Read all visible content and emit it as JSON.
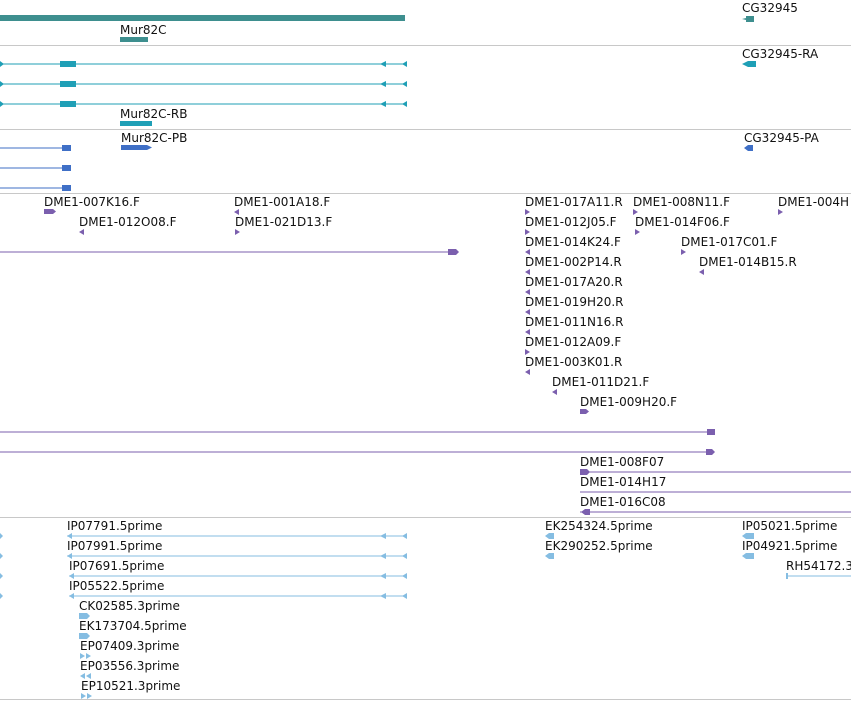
{
  "colors": {
    "gene": "#3e8f8f",
    "transcript": "#1f9fb6",
    "protein": "#3f6fc6",
    "bac_end": "#7b5fae",
    "cdna": "#85bde2",
    "divider": "#c8c8c8"
  },
  "gene_track": {
    "labels": [
      "Mur82C",
      "CG32945"
    ]
  },
  "transcript_track": {
    "labels": [
      "Mur82C-RB",
      "CG32945-RA"
    ]
  },
  "protein_track": {
    "labels": [
      "Mur82C-PB",
      "CG32945-PA"
    ]
  },
  "bac_end_track": {
    "labels": [
      "DME1-007K16.F",
      "DME1-012O08.F",
      "DME1-001A18.F",
      "DME1-021D13.F",
      "DME1-017A11.R",
      "DME1-008N11.F",
      "DME1-004H",
      "DME1-012J05.F",
      "DME1-014F06.F",
      "DME1-014K24.F",
      "DME1-017C01.F",
      "DME1-002P14.R",
      "DME1-014B15.R",
      "DME1-017A20.R",
      "DME1-019H20.R",
      "DME1-011N16.R",
      "DME1-012A09.F",
      "DME1-003K01.R",
      "DME1-011D21.F",
      "DME1-009H20.F",
      "DME1-008F07",
      "DME1-014H17",
      "DME1-016C08"
    ]
  },
  "cdna_track": {
    "labels": [
      "IP07791.5prime",
      "EK254324.5prime",
      "IP05021.5prime",
      "IP07991.5prime",
      "EK290252.5prime",
      "IP04921.5prime",
      "IP07691.5prime",
      "RH54172.3",
      "IP05522.5prime",
      "CK02585.3prime",
      "EK173704.5prime",
      "EP07409.3prime",
      "EP03556.3prime",
      "EP10521.3prime"
    ]
  }
}
